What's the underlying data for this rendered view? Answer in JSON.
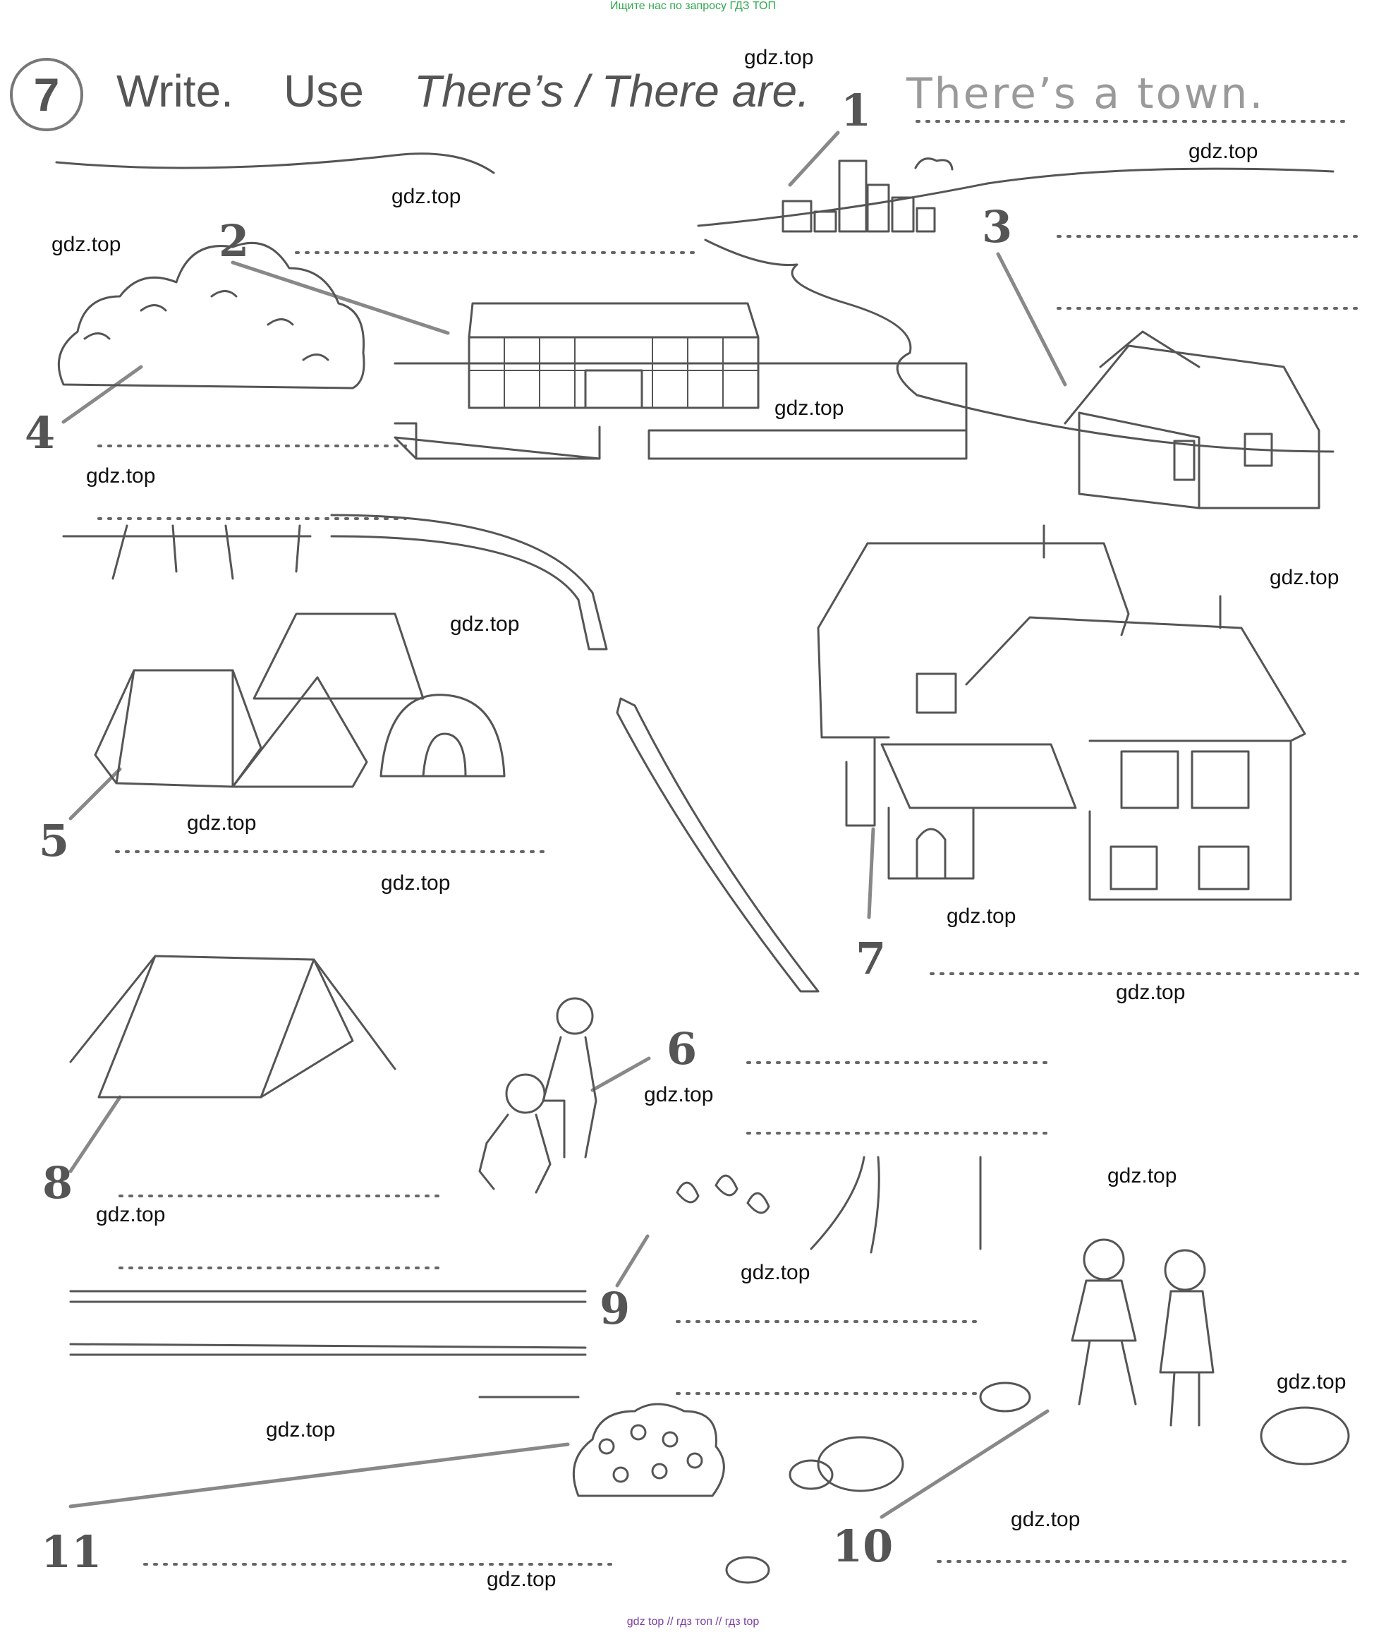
{
  "banner_top": "Ищите нас по запросу ГДЗ ТОП",
  "banner_bottom": "gdz top  //  гдз топ  //  гдз top",
  "exercise": {
    "number": "7",
    "instruction_word1": "Write.",
    "instruction_word2": "Use",
    "instruction_phrase": "There’s / There are.",
    "example_answer": "There’s a town."
  },
  "labels": [
    "1",
    "2",
    "3",
    "4",
    "5",
    "6",
    "7",
    "8",
    "9",
    "10",
    "11"
  ],
  "watermark": "gdz.top",
  "colors": {
    "ink": "#444444",
    "top_banner": "#2fa84f",
    "bottom_banner": "#7a3fa0"
  }
}
